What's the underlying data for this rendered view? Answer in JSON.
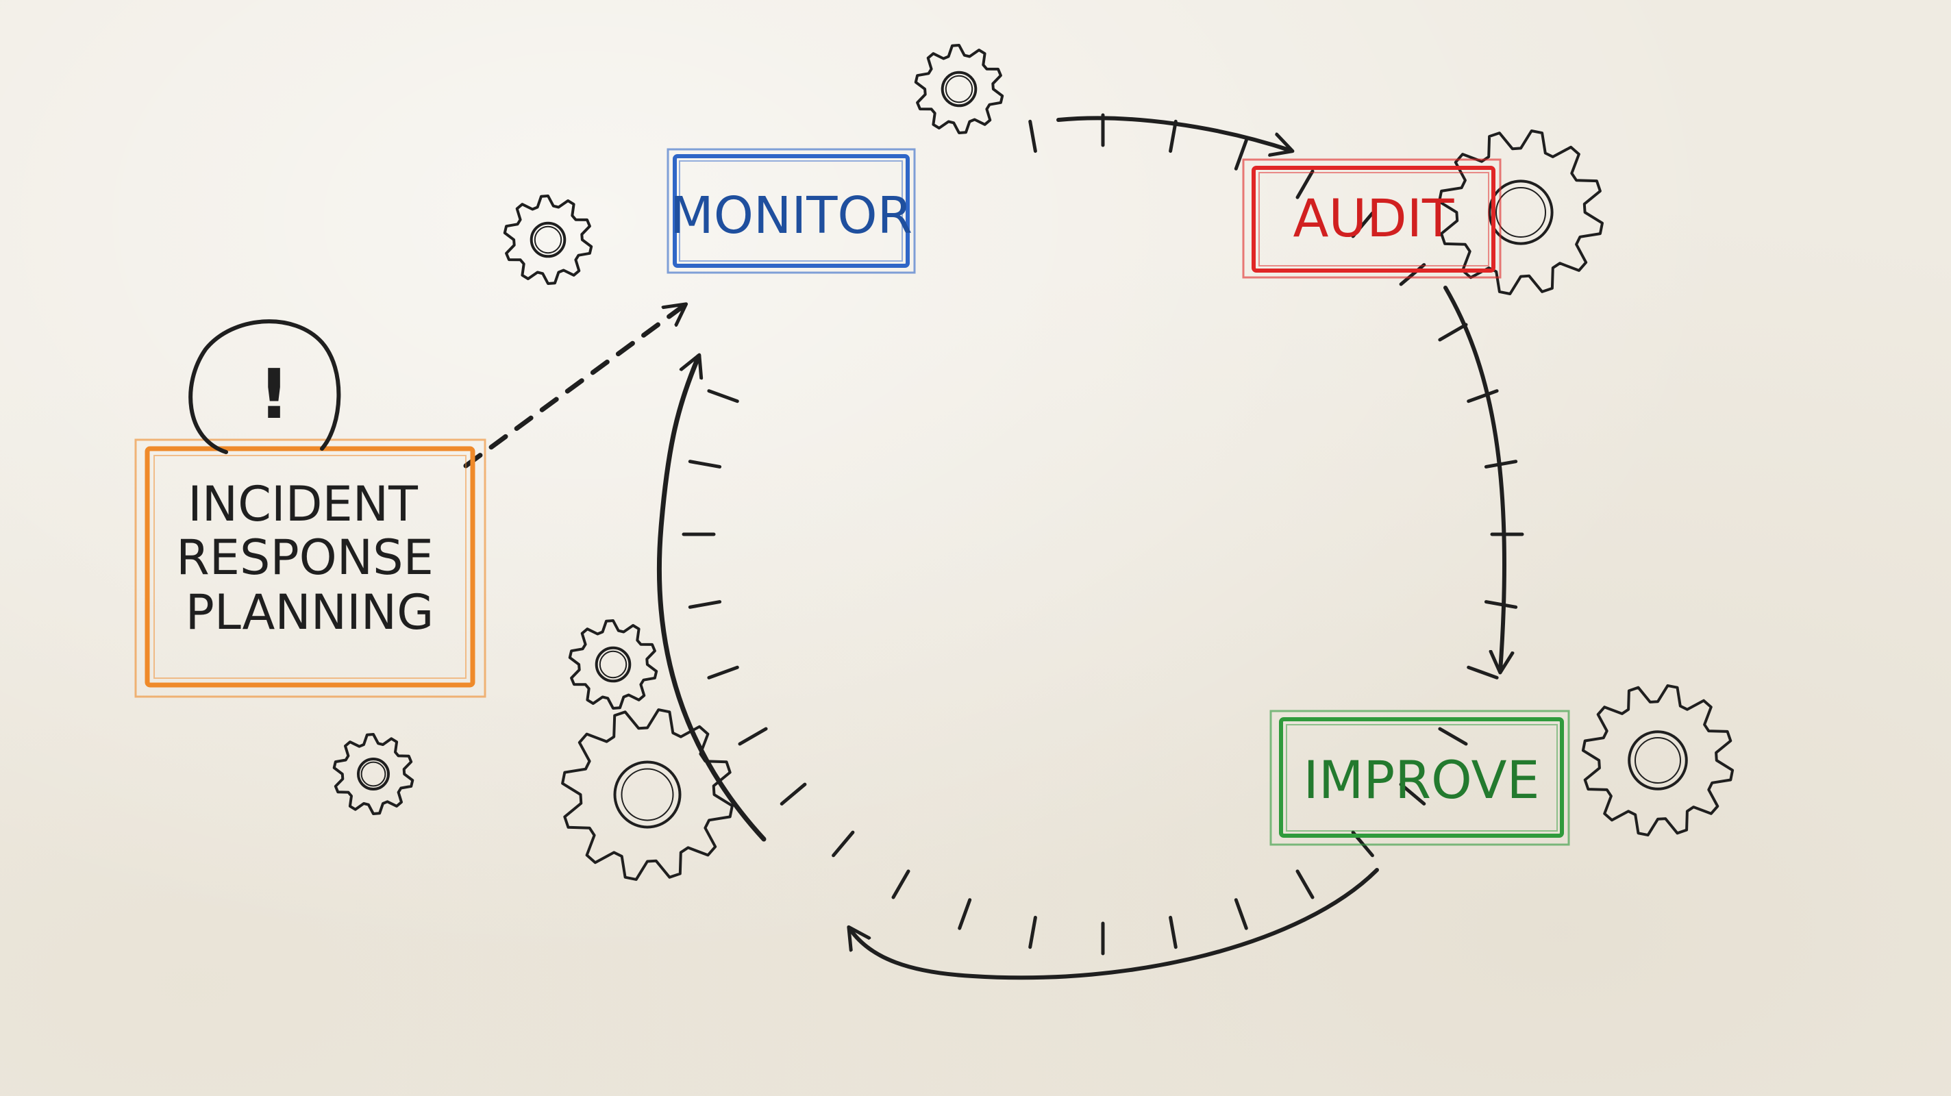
{
  "nodes": {
    "monitor": {
      "label": "MONITOR",
      "color": "#2f66c7"
    },
    "audit": {
      "label": "AUDIT",
      "color": "#e02626"
    },
    "improve": {
      "label": "IMPROVE",
      "color": "#2f9a3c"
    },
    "incident": {
      "lines": [
        "INCIDENT",
        "RESPONSE",
        "PLANNING"
      ],
      "color": "#ef8a2a"
    }
  },
  "icons": {
    "warning": "!"
  },
  "ink_color": "#1f1f1f"
}
